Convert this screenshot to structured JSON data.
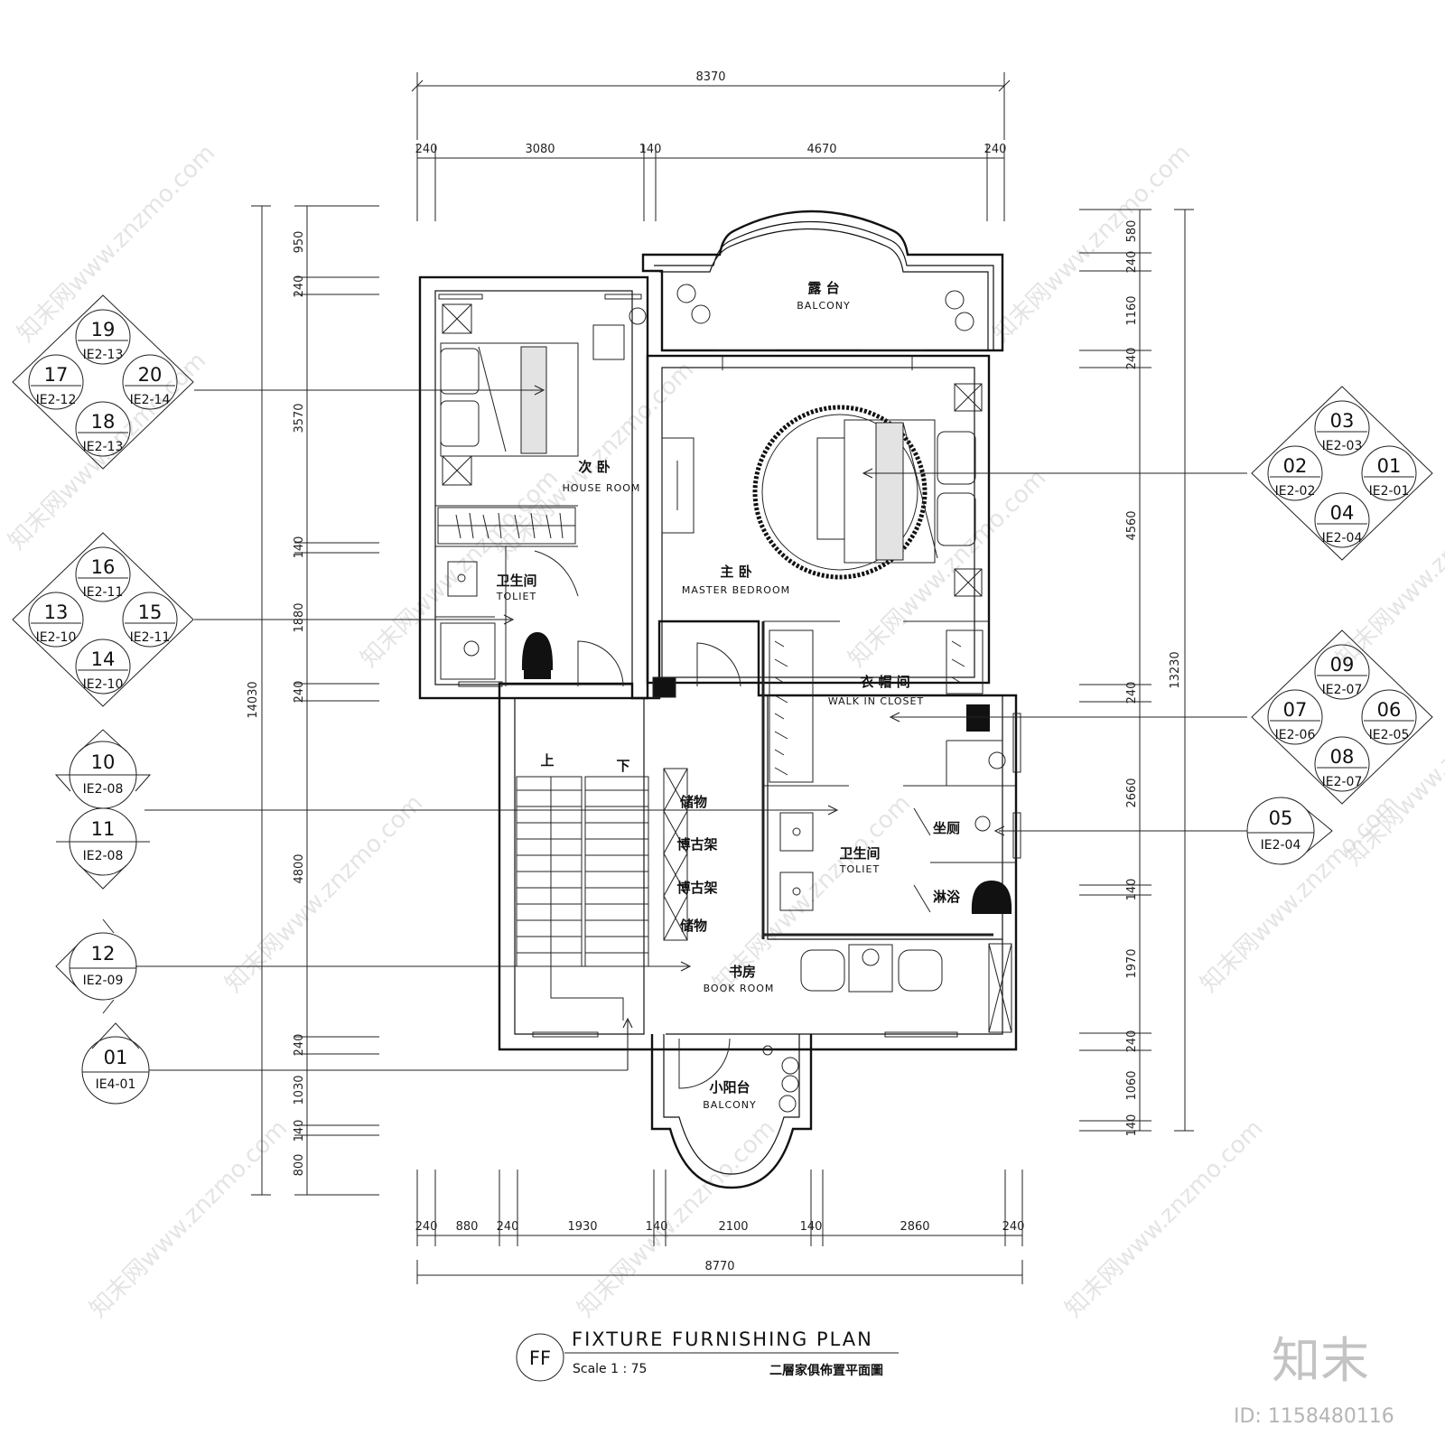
{
  "dimensions": {
    "top_total": "8370",
    "top_segments": [
      "240",
      "3080",
      "140",
      "4670",
      "240"
    ],
    "bottom_total": "8770",
    "bottom_segments": [
      "240",
      "880",
      "240",
      "1930",
      "140",
      "2100",
      "140",
      "2860",
      "240"
    ],
    "left_total": "14030",
    "left_segments": [
      "950",
      "240",
      "3570",
      "140",
      "1880",
      "240",
      "4800",
      "240",
      "1030",
      "140",
      "800"
    ],
    "right_total": "13230",
    "right_segments": [
      "580",
      "240",
      "1160",
      "240",
      "4560",
      "240",
      "2660",
      "140",
      "1970",
      "240",
      "1060",
      "140"
    ]
  },
  "rooms": {
    "balcony": {
      "cn": "露 台",
      "en": "BALCONY"
    },
    "house_room": {
      "cn": "次 卧",
      "en": "HOUSE ROOM"
    },
    "master_bedroom": {
      "cn": "主 卧",
      "en": "MASTER BEDROOM"
    },
    "toilet_small": {
      "cn": "卫生间",
      "en": "TOLIET"
    },
    "closet": {
      "cn": "衣 帽 间",
      "en": "WALK IN CLOSET"
    },
    "toilet_master": {
      "cn": "卫生间",
      "en": "TOLIET"
    },
    "seat_toilet": {
      "cn": "坐厕"
    },
    "shower": {
      "cn": "淋浴"
    },
    "book_room": {
      "cn": "书房",
      "en": "BOOK ROOM"
    },
    "small_balcony": {
      "cn": "小阳台",
      "en": "BALCONY"
    },
    "stair_up": "上",
    "stair_down": "下",
    "storage_top": "储物",
    "shelf_1": "博古架",
    "shelf_2": "博古架",
    "storage_bottom": "储物"
  },
  "elevation_tags": {
    "left_group_1": {
      "top": "19",
      "left": "17",
      "right": "20",
      "bottom": "18",
      "top_ref": "IE2-13",
      "left_ref": "IE2-12",
      "right_ref": "IE2-14",
      "bottom_ref": "IE2-13"
    },
    "left_group_2": {
      "top": "16",
      "left": "13",
      "right": "15",
      "bottom": "14",
      "top_ref": "IE2-11",
      "left_ref": "IE2-10",
      "right_ref": "IE2-11",
      "bottom_ref": "IE2-10"
    },
    "right_group_1": {
      "top": "03",
      "left": "02",
      "right": "01",
      "bottom": "04",
      "top_ref": "IE2-03",
      "left_ref": "IE2-02",
      "right_ref": "IE2-01",
      "bottom_ref": "IE2-04"
    },
    "right_group_2": {
      "top": "09",
      "left": "07",
      "right": "06",
      "bottom": "08",
      "top_ref": "IE2-07",
      "left_ref": "IE2-06",
      "right_ref": "IE2-05",
      "bottom_ref": "IE2-07"
    },
    "single_05": {
      "num": "05",
      "ref": "IE2-04"
    },
    "single_10": {
      "num": "10",
      "ref": "IE2-08"
    },
    "single_11": {
      "num": "11",
      "ref": "IE2-08"
    },
    "single_12": {
      "num": "12",
      "ref": "IE2-09"
    },
    "single_01": {
      "num": "01",
      "ref": "IE4-01"
    }
  },
  "title_block": {
    "symbol": "FF",
    "title": "FIXTURE FURNISHING PLAN",
    "scale": "Scale 1 : 75",
    "cn_title": "二層家俱佈置平面圖"
  },
  "watermarks": [
    "知末网www.znzmo.com"
  ],
  "logo": "知末",
  "id_label": "ID: 1158480116"
}
